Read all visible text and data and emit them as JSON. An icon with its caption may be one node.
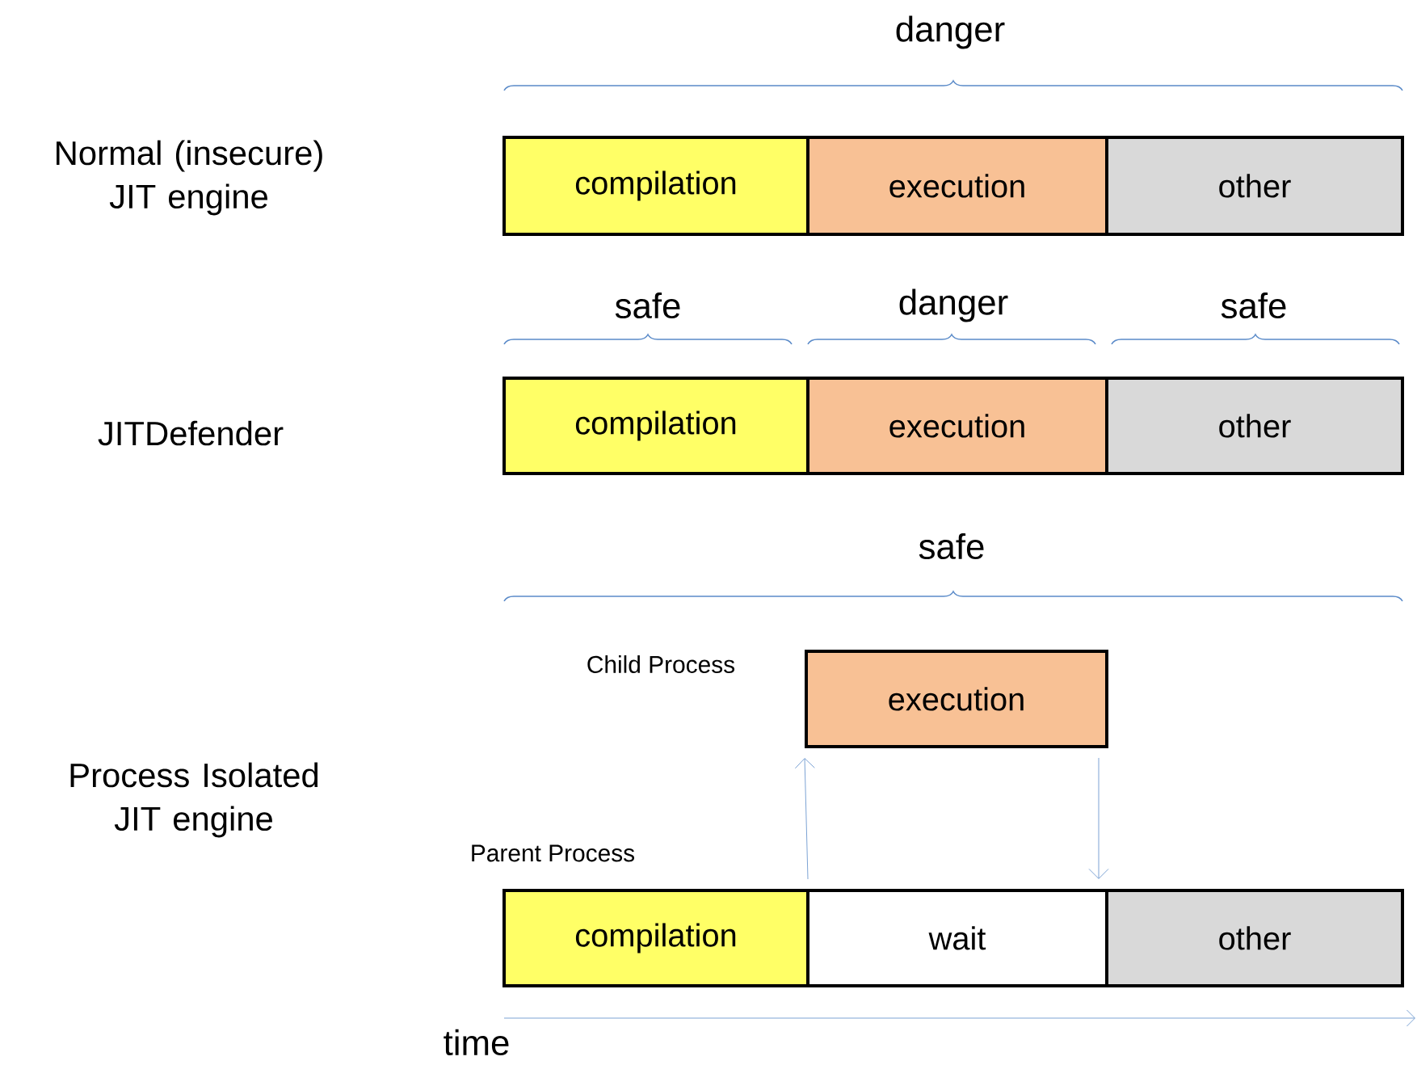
{
  "diagram": {
    "nodes": [
      {
        "text": [
          "Normal (insecure) JIT engine"
        ]
      },
      {
        "text": [
          "compilation"
        ]
      },
      {
        "text": [
          "execution"
        ]
      },
      {
        "text": [
          "other"
        ]
      },
      {
        "text": [
          "JITDefender"
        ]
      },
      {
        "text": [
          "compilation"
        ]
      },
      {
        "text": [
          "execution"
        ]
      },
      {
        "text": [
          "other"
        ]
      },
      {
        "text": [
          "Process Isolated JIT engine"
        ]
      },
      {
        "text": [
          "execution"
        ]
      },
      {
        "text": [
          "compilation"
        ]
      },
      {
        "text": [
          "wait"
        ]
      },
      {
        "text": [
          "other"
        ]
      }
    ],
    "edges": [
      {
        "from": 10,
        "to": 9,
        "arrow": "to"
      },
      {
        "from": 9,
        "to": 11,
        "arrow": "to"
      }
    ],
    "labels": [
      "danger",
      "safe",
      "danger",
      "safe",
      "safe",
      "Child Process",
      "Parent Process",
      "time"
    ]
  }
}
